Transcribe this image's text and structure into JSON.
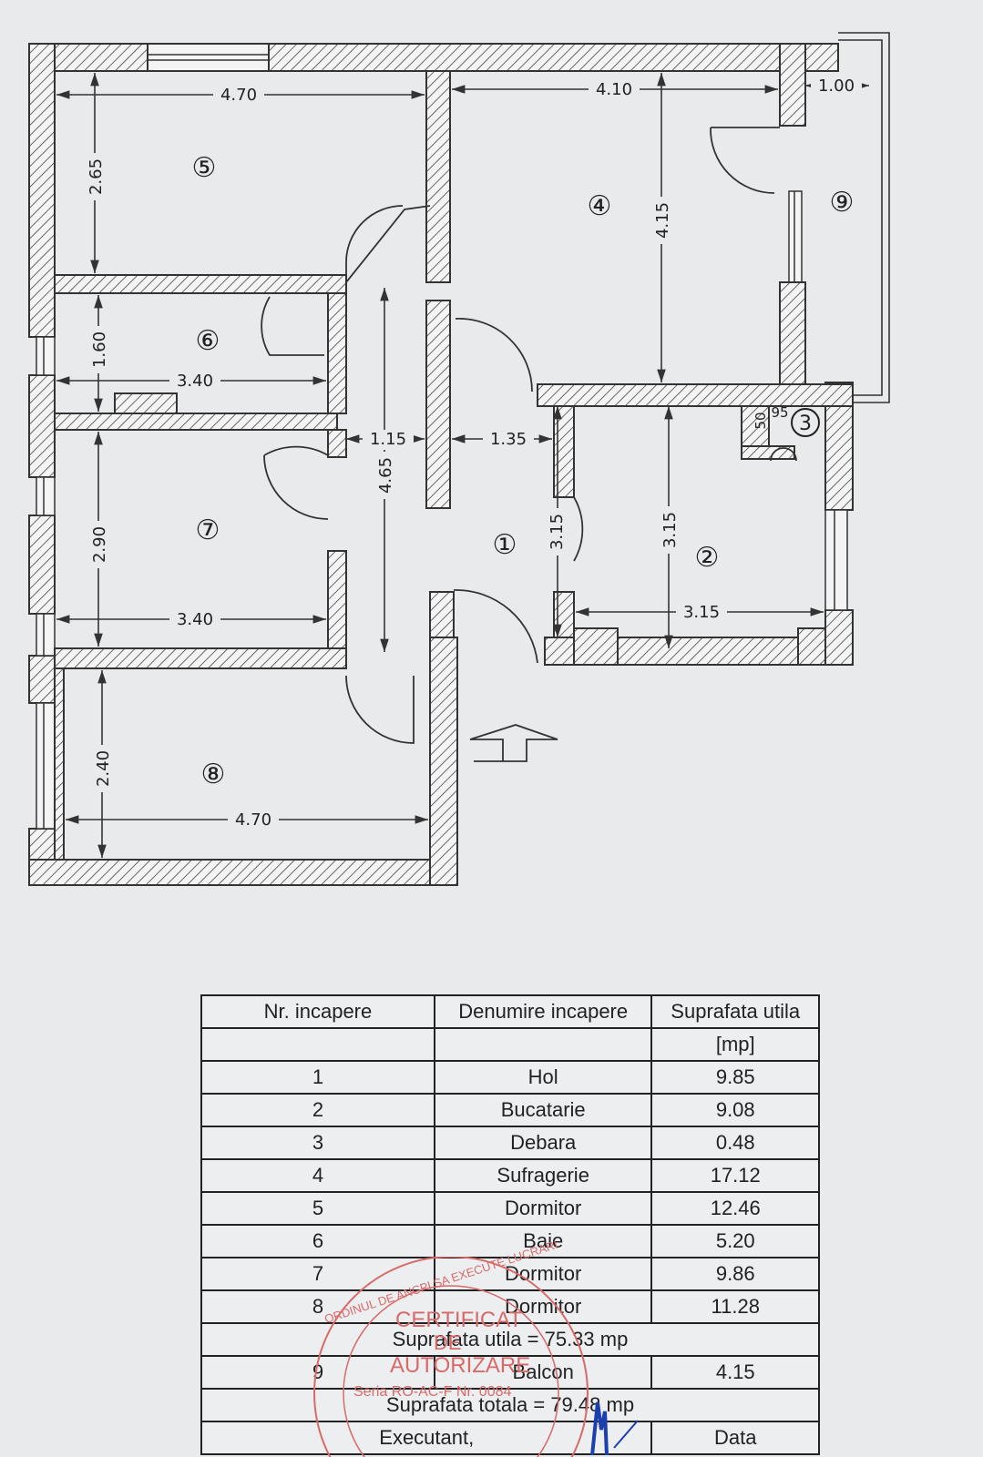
{
  "plan": {
    "rooms": [
      {
        "number": "①"
      },
      {
        "number": "②"
      },
      {
        "number": "3"
      },
      {
        "number": "④"
      },
      {
        "number": "⑤"
      },
      {
        "number": "⑥"
      },
      {
        "number": "⑦"
      },
      {
        "number": "⑧"
      },
      {
        "number": "⑨"
      }
    ],
    "dims": {
      "r5_w": "4.70",
      "r5_h": "2.65",
      "r4_w": "4.10",
      "r4_h": "4.15",
      "r9_w": "1.00",
      "r6_h": "1.60",
      "r6_w": "3.40",
      "hall_w1": "1.15",
      "hall_w2": "1.35",
      "hall_len": "4.65",
      "r1_h": "3.15",
      "r2_h": "3.15",
      "r2_w": "3.15",
      "r3_a": "50",
      "r3_b": "95",
      "r7_h": "2.90",
      "r7_w": "3.40",
      "r8_h": "2.40",
      "r8_w": "4.70"
    }
  },
  "table": {
    "headers": [
      "Nr. incapere",
      "Denumire incapere",
      "Suprafata utila"
    ],
    "unit": "[mp]",
    "rows": [
      {
        "nr": "1",
        "name": "Hol",
        "area": "9.85"
      },
      {
        "nr": "2",
        "name": "Bucatarie",
        "area": "9.08"
      },
      {
        "nr": "3",
        "name": "Debara",
        "area": "0.48"
      },
      {
        "nr": "4",
        "name": "Sufragerie",
        "area": "17.12"
      },
      {
        "nr": "5",
        "name": "Dormitor",
        "area": "12.46"
      },
      {
        "nr": "6",
        "name": "Baie",
        "area": "5.20"
      },
      {
        "nr": "7",
        "name": "Dormitor",
        "area": "9.86"
      },
      {
        "nr": "8",
        "name": "Dormitor",
        "area": "11.28"
      }
    ],
    "useful_total": "Suprafata utila = 75.33 mp",
    "balcony": {
      "nr": "9",
      "name": "Balcon",
      "area": "4.15"
    },
    "grand_total": "Suprafata totala = 79.48 mp",
    "footer": {
      "executor": "Executant,",
      "date": "Data"
    }
  },
  "stamp": {
    "line1": "CERTIFICAT",
    "line2": "DE",
    "line3": "AUTORIZARE",
    "ring": "ORDINUL DE ANCPI SA EXECUTE LUCRARI",
    "series": "Seria RO-AC-F Nr. 0084"
  },
  "colors": {
    "ink": "#222222",
    "paper": "#e9eaec",
    "stamp": "#d86a6a",
    "signature": "#1b3fae"
  }
}
